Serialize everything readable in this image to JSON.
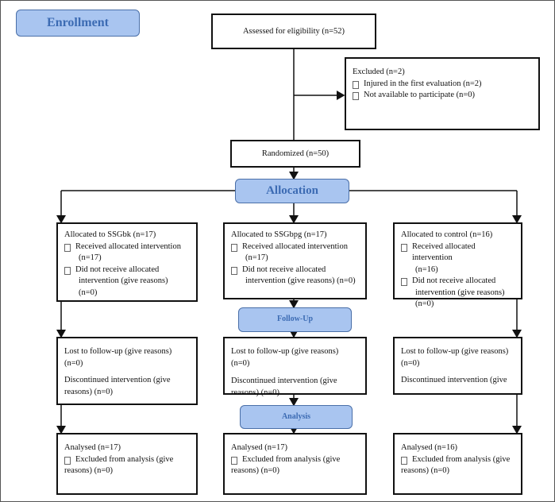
{
  "enrollment": "Enrollment",
  "assessed": "Assessed for eligibility (n=52)",
  "excluded": {
    "title": "Excluded (n=2)",
    "items": [
      "Injured in the first evaluation (n=2)",
      "Not available to participate (n=0)"
    ]
  },
  "randomized": "Randomized (n=50)",
  "allocation": "Allocation",
  "follow_up": "Follow-Up",
  "analysis": "Analysis",
  "arms": [
    {
      "allocated": "Allocated to SSGbk (n=17)",
      "received": "Received allocated intervention",
      "received_n": "(n=17)",
      "not_received": "Did not receive allocated",
      "not_received_2": "intervention (give reasons)",
      "not_received_n": "(n=0)",
      "lost": "Lost to follow-up (give reasons)",
      "lost_n": "(n=0)",
      "discontinued": "Discontinued intervention (give",
      "discontinued_2": "reasons) (n=0)",
      "analysed": "Analysed (n=17)",
      "excluded_analysis": "Excluded from analysis (give",
      "excluded_analysis_2": "reasons) (n=0)"
    },
    {
      "allocated": "Allocated to SSGbpg (n=17)",
      "received": "Received allocated intervention",
      "received_n": "(n=17)",
      "not_received": "Did not receive allocated",
      "not_received_2": "intervention (give reasons) (n=0)",
      "lost": "Lost to follow-up (give reasons) (n=0)",
      "discontinued": "Discontinued intervention (give",
      "discontinued_2": "reasons) (n=0)",
      "analysed": "Analysed (n=17)",
      "excluded_analysis": "Excluded from analysis (give",
      "excluded_analysis_2": "reasons) (n=0)"
    },
    {
      "allocated": "Allocated to control (n=16)",
      "received": "Received allocated intervention",
      "received_n": "(n=16)",
      "not_received": "Did not receive allocated",
      "not_received_2": "intervention (give reasons)",
      "not_received_n": "(n=0)",
      "lost": "Lost to follow-up (give reasons)",
      "lost_n": "(n=0)",
      "discontinued": "Discontinued intervention (give",
      "analysed": "Analysed (n=16)",
      "excluded_analysis": "Excluded from analysis (give",
      "excluded_analysis_2": "reasons) (n=0)"
    }
  ],
  "colors": {
    "stage_fill": "#a9c5f0",
    "stage_text": "#3c6bb3",
    "stroke": "#111111"
  }
}
